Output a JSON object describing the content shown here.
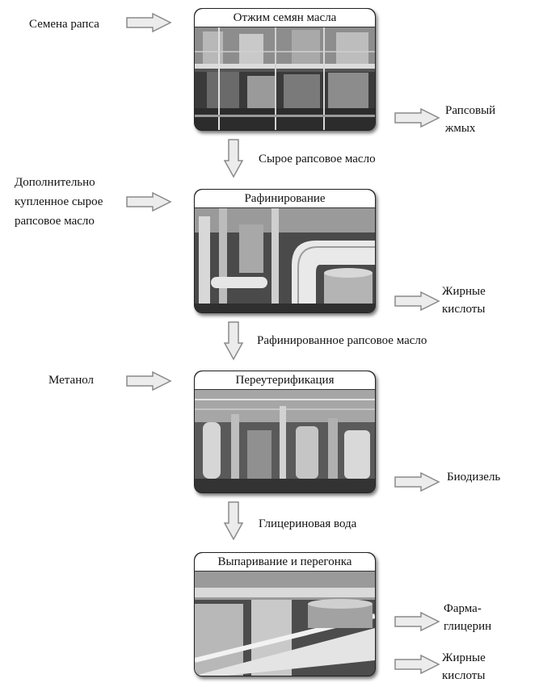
{
  "inputs": {
    "rapeseed": "Семена рапса",
    "purchased_oil": [
      "Дополнительно",
      "купленное сырое",
      "рапсовое масло"
    ],
    "methanol": "Метанол"
  },
  "stages": [
    {
      "title": "Отжим семян масла",
      "photo": "oil-press-plant-photo"
    },
    {
      "title": "Рафинирование",
      "photo": "refining-plant-photo"
    },
    {
      "title": "Переутерификация",
      "photo": "transesterification-plant-photo"
    },
    {
      "title": "Выпаривание и перегонка",
      "photo": "distillation-plant-photo"
    }
  ],
  "intermediates": {
    "crude_oil": "Сырое рапсовое масло",
    "refined_oil": "Рафинированное рапсовое масло",
    "glycerin_water": "Глицериновая вода"
  },
  "outputs": {
    "meal": [
      "Рапсовый",
      "жмых"
    ],
    "fatty_acids_1": [
      "Жирные",
      "кислоты"
    ],
    "biodiesel": "Биодизель",
    "pharma_glycerin": [
      "Фарма-",
      "глицерин"
    ],
    "fatty_acids_2": [
      "Жирные",
      "кислоты"
    ]
  },
  "colors": {
    "arrow_fill": "#ececec",
    "arrow_stroke": "#8a8a8a",
    "photo_dark": "#2a2a2a"
  }
}
